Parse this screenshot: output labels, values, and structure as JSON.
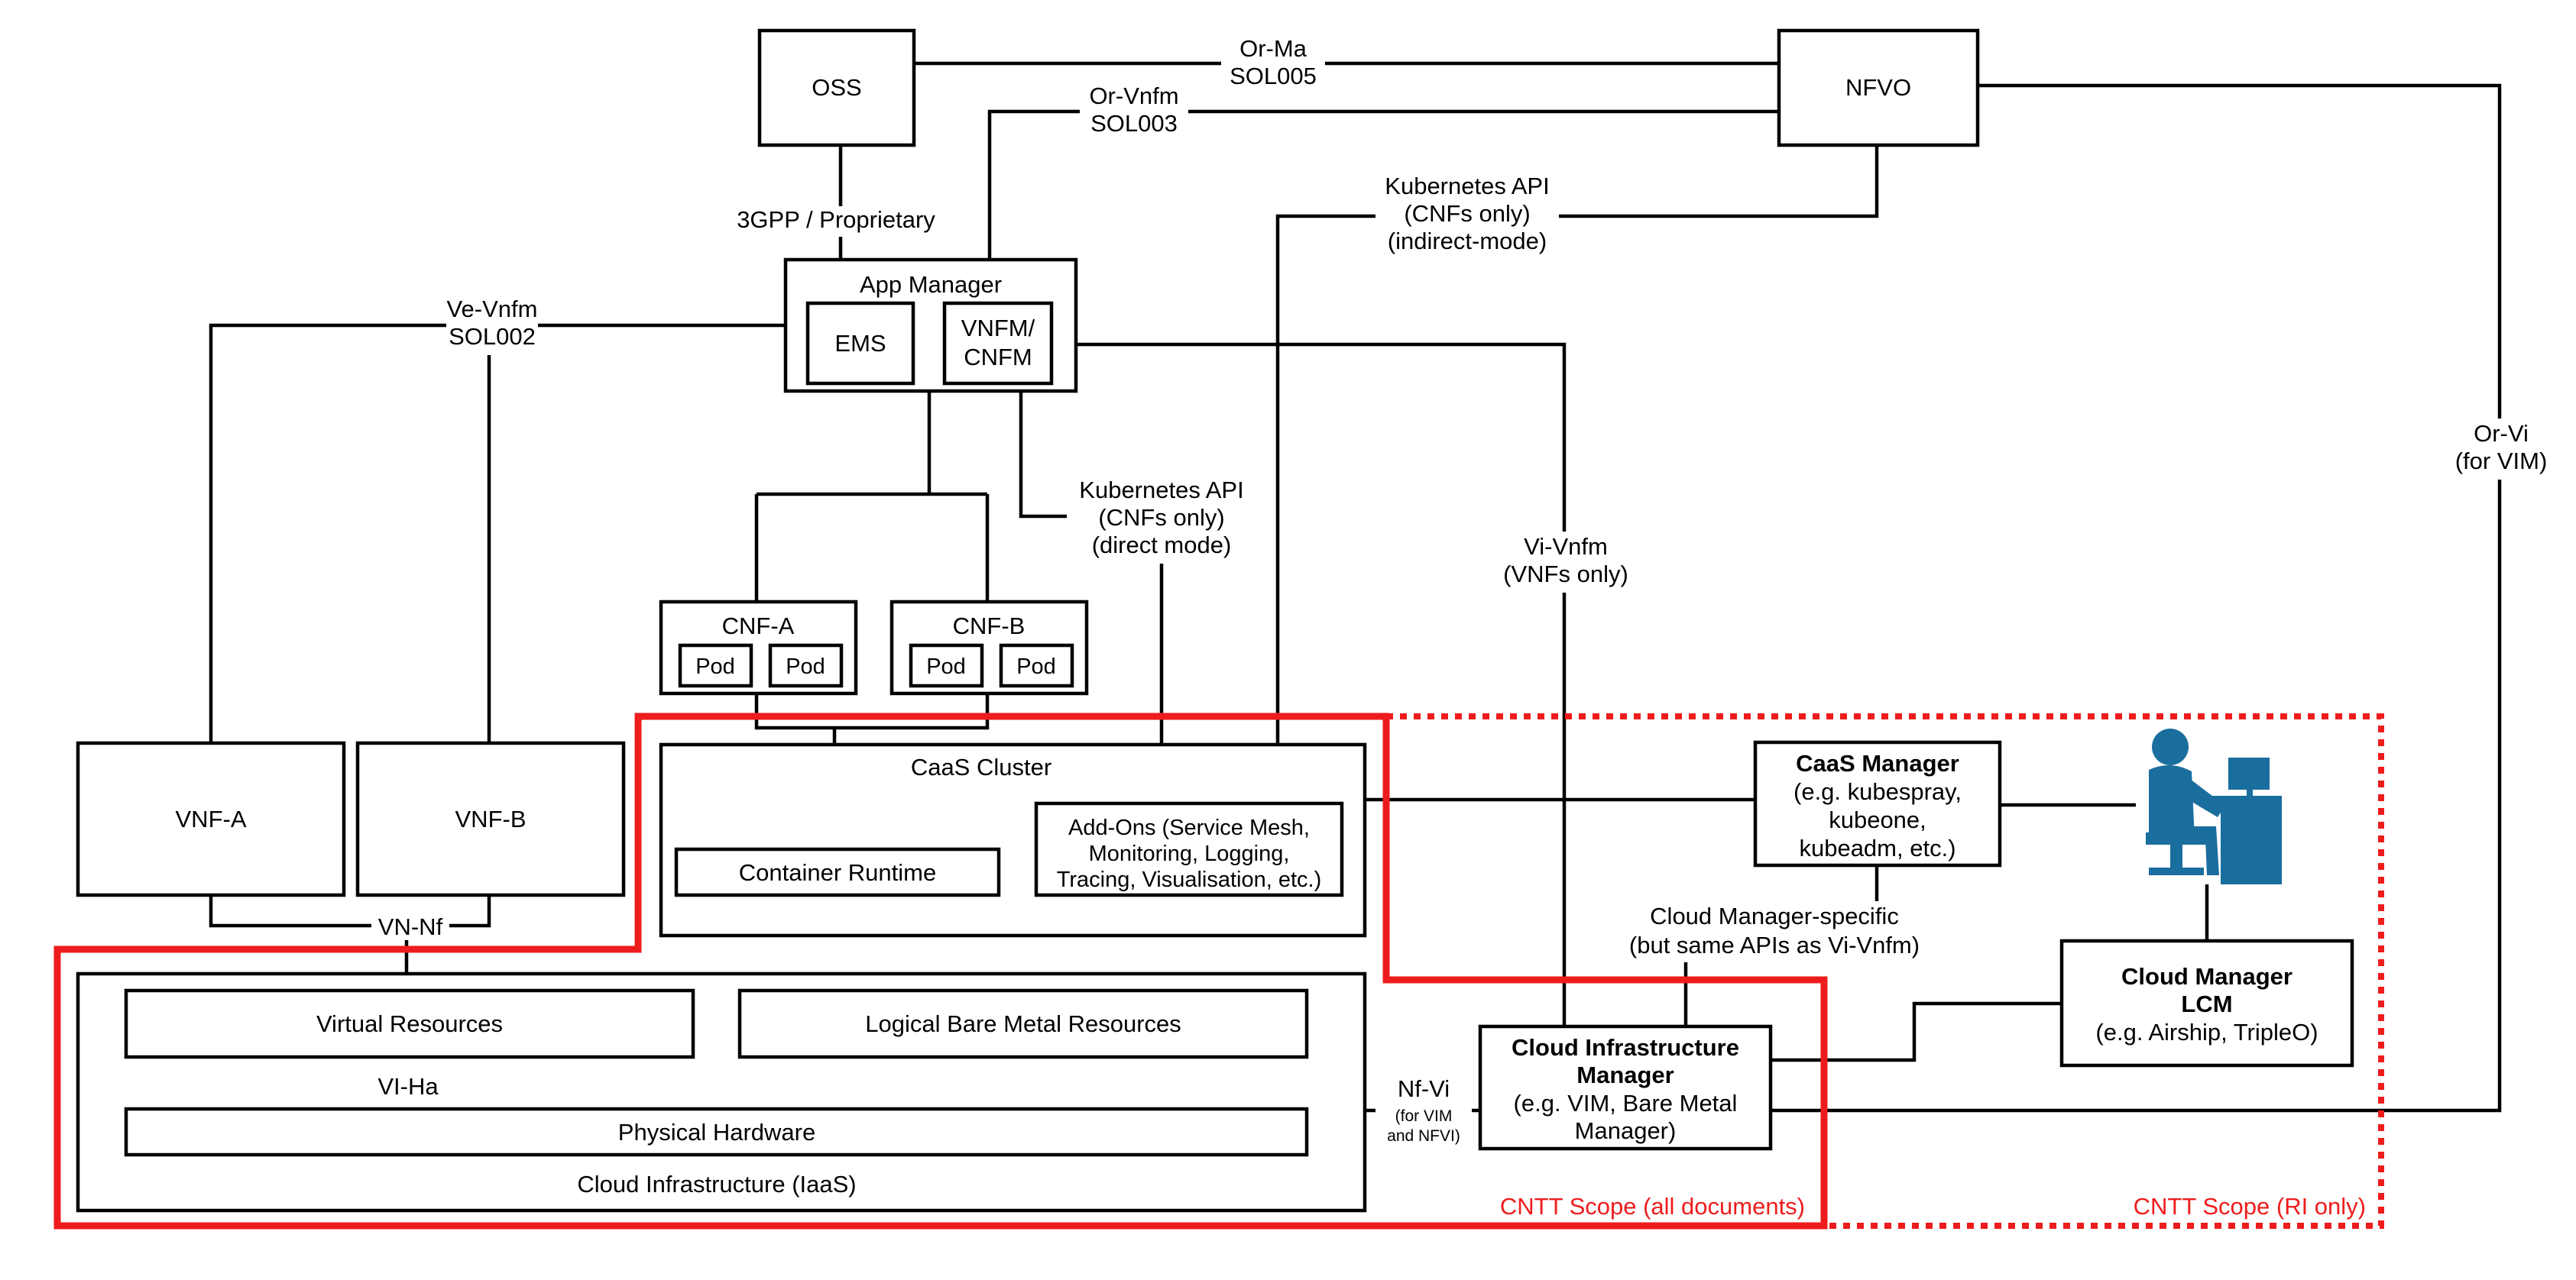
{
  "colors": {
    "scope": "#ee1c1c",
    "operator_icon": "#1a6e9e",
    "line": "#000000"
  },
  "nodes": {
    "oss": "OSS",
    "nfvo": "NFVO",
    "app_manager": "App Manager",
    "ems": "EMS",
    "vnfm_l1": "VNFM/",
    "vnfm_l2": "CNFM",
    "cnf_a": "CNF-A",
    "cnf_b": "CNF-B",
    "pod": "Pod",
    "vnf_a": "VNF-A",
    "vnf_b": "VNF-B",
    "caas_cluster": "CaaS Cluster",
    "container_runtime": "Container Runtime",
    "addons_l1": "Add-Ons (Service Mesh,",
    "addons_l2": "Monitoring, Logging,",
    "addons_l3": "Tracing, Visualisation, etc.)",
    "caas_manager_title": "CaaS Manager",
    "caas_manager_l1": "(e.g. kubespray,",
    "caas_manager_l2": "kubeone,",
    "caas_manager_l3": "kubeadm, etc.)",
    "cloud_mgr_lcm_l1": "Cloud Manager",
    "cloud_mgr_lcm_l2": "LCM",
    "cloud_mgr_lcm_l3": "(e.g. Airship, TripleO)",
    "cim_title_l1": "Cloud Infrastructure",
    "cim_title_l2": "Manager",
    "cim_l3": "(e.g. VIM, Bare Metal",
    "cim_l4": "Manager)",
    "virtual_resources": "Virtual Resources",
    "logical_bare_metal": "Logical Bare Metal Resources",
    "physical_hardware": "Physical Hardware",
    "cloud_infra_iaas": "Cloud Infrastructure (IaaS)"
  },
  "interfaces": {
    "or_ma_l1": "Or-Ma",
    "or_ma_l2": "SOL005",
    "or_vnfm_l1": "Or-Vnfm",
    "or_vnfm_l2": "SOL003",
    "gpp": "3GPP / Proprietary",
    "k8s_indirect_l1": "Kubernetes API",
    "k8s_indirect_l2": "(CNFs only)",
    "k8s_indirect_l3": "(indirect-mode)",
    "ve_vnfm_l1": "Ve-Vnfm",
    "ve_vnfm_l2": "SOL002",
    "k8s_direct_l1": "Kubernetes API",
    "k8s_direct_l2": "(CNFs only)",
    "k8s_direct_l3": "(direct mode)",
    "vi_vnfm_l1": "Vi-Vnfm",
    "vi_vnfm_l2": "(VNFs only)",
    "or_vi_l1": "Or-Vi",
    "or_vi_l2": "(for VIM)",
    "vn_nf": "VN-Nf",
    "vi_ha": "VI-Ha",
    "nf_vi": "Nf-Vi",
    "nf_vi_sub1": "(for VIM",
    "nf_vi_sub2": "and NFVI)",
    "cloud_mgr_specific_l1": "Cloud Manager-specific",
    "cloud_mgr_specific_l2": "(but same APIs as Vi-Vnfm)"
  },
  "scopes": {
    "all_documents": "CNTT Scope (all documents)",
    "ri_only": "CNTT Scope (RI only)"
  }
}
